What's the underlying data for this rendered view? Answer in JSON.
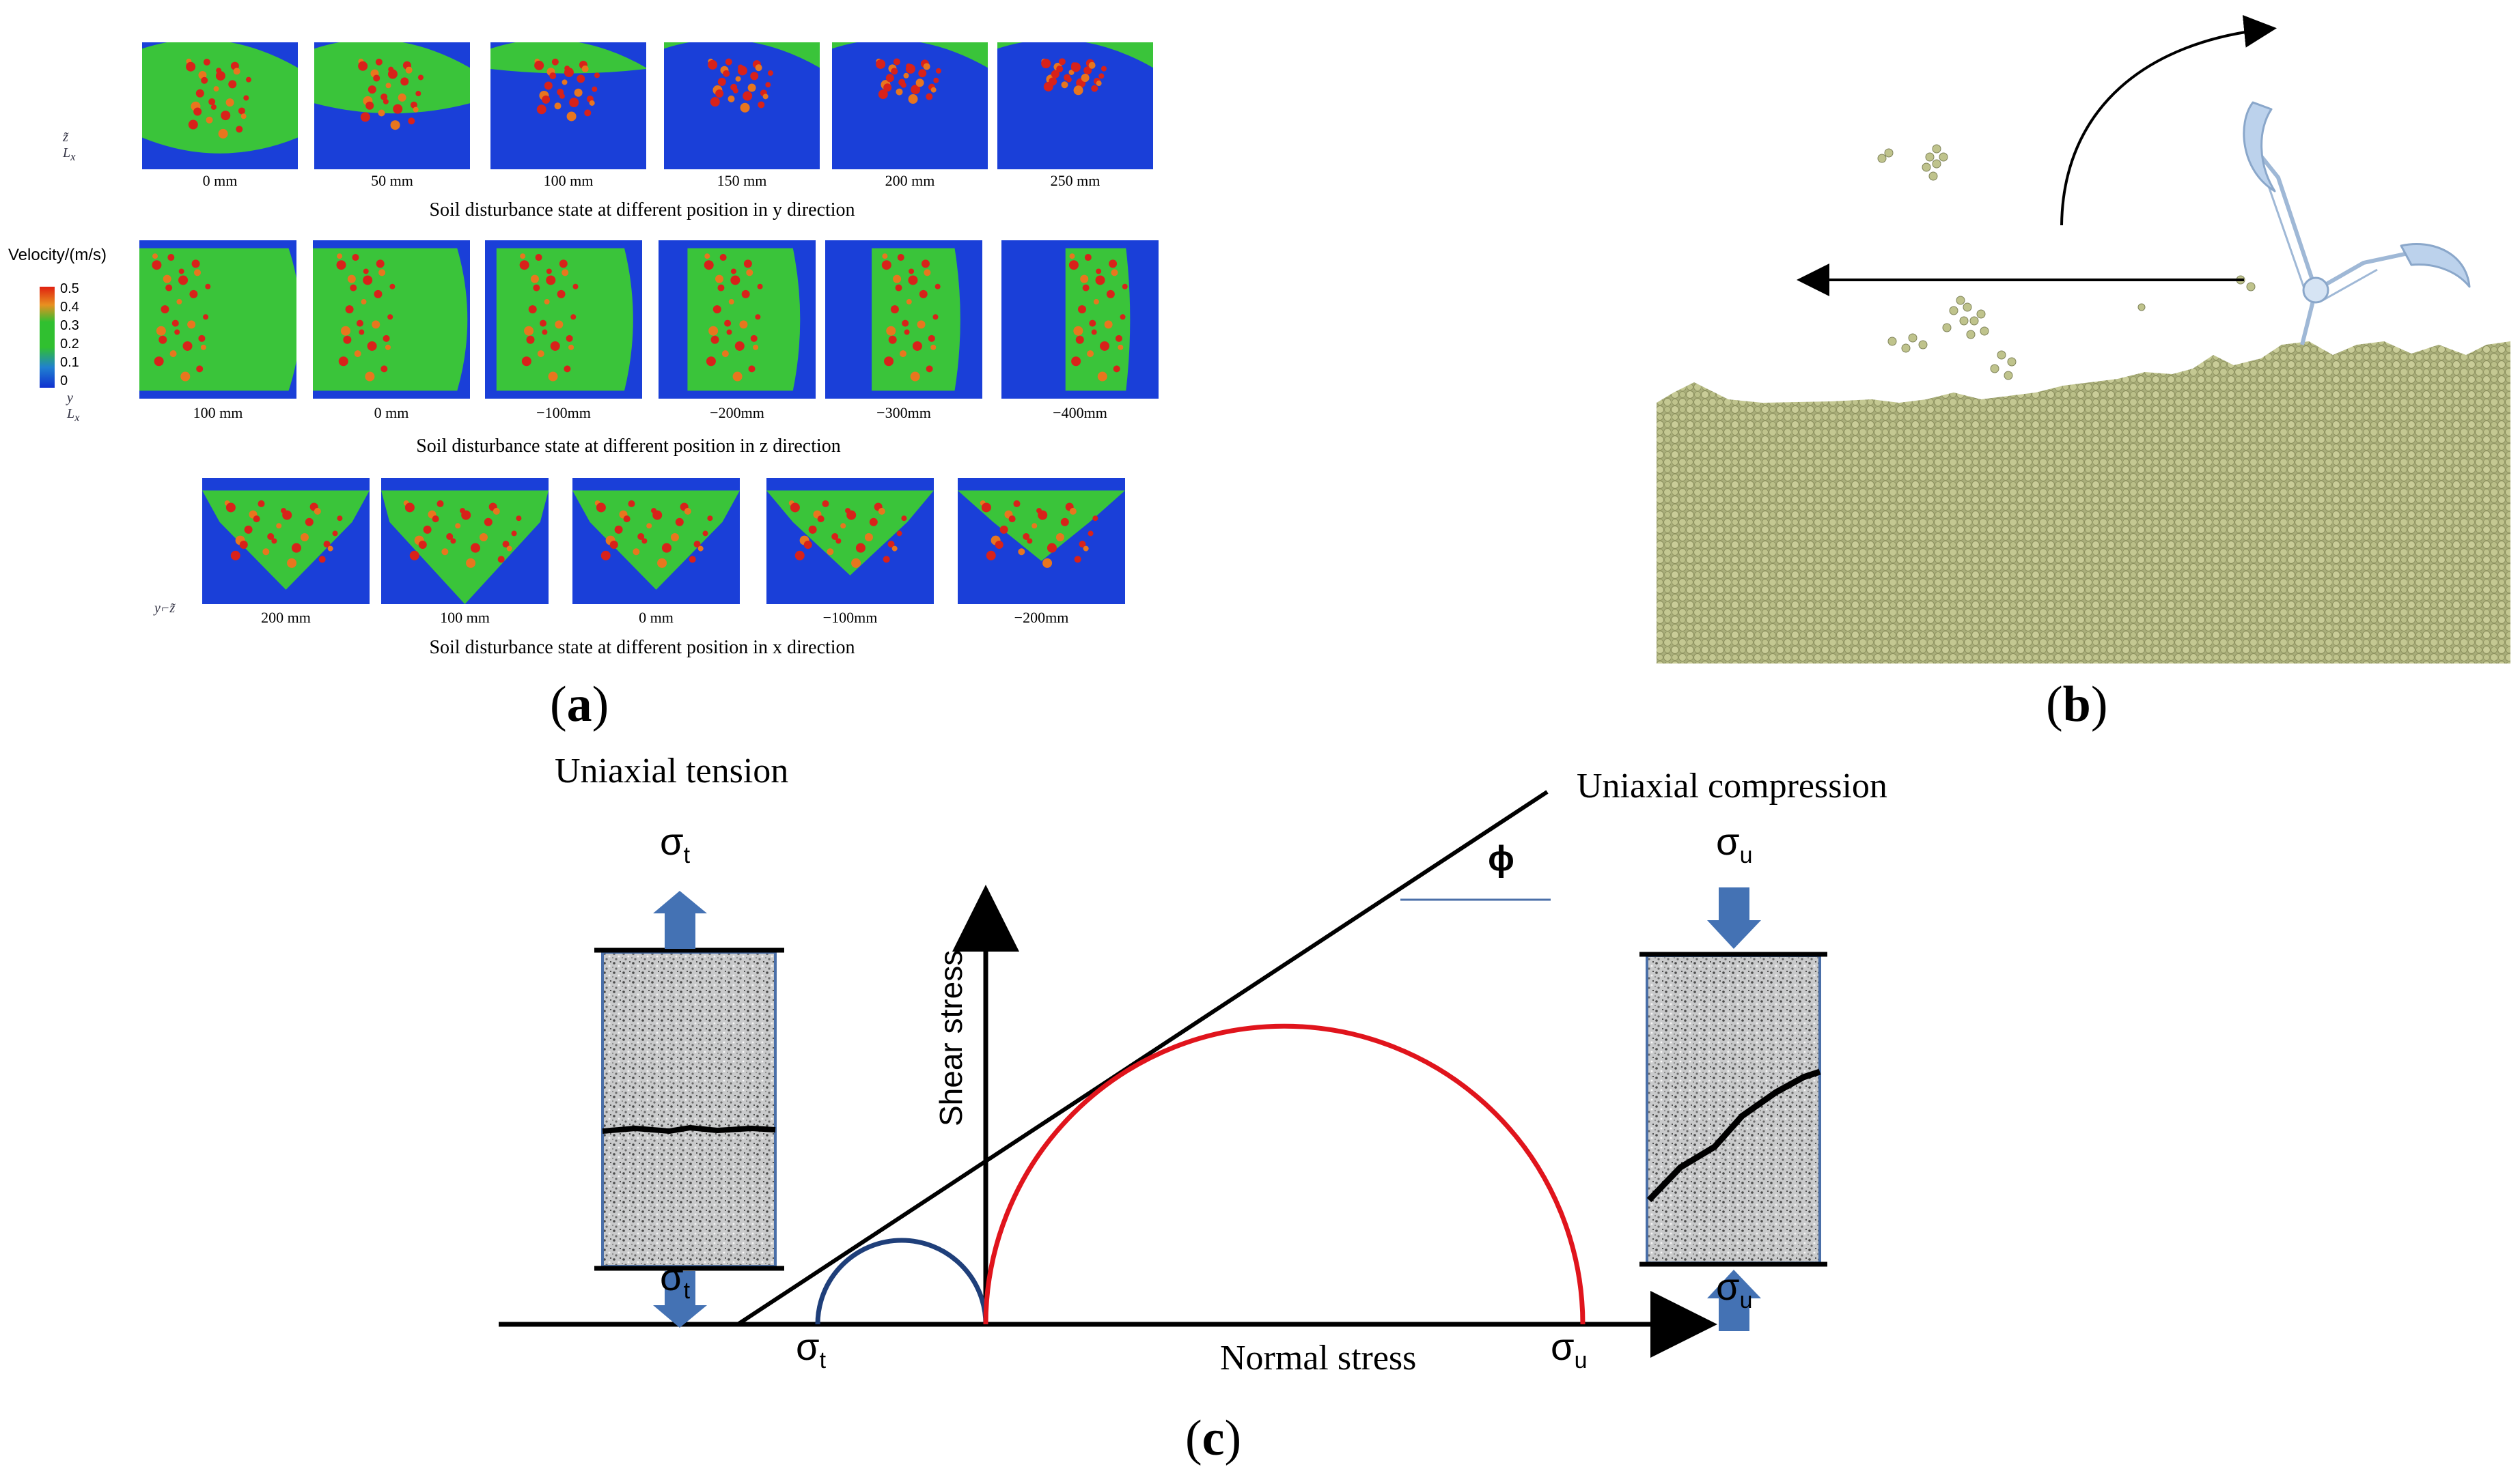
{
  "panel_a": {
    "label": "a",
    "legend": {
      "title": "Velocity/(m/s)",
      "ticks": [
        "0.5",
        "0.4",
        "0.3",
        "0.2",
        "0.1",
        "0"
      ],
      "colors": [
        "#e02010",
        "#30c030",
        "#1030d0"
      ]
    },
    "axis_marks": {
      "row1": "z\nL x",
      "row2": "y\nL x",
      "row3": "y⌐z"
    },
    "row_y": {
      "caption": "Soil disturbance state at different position in y direction",
      "labels": [
        "0 mm",
        "50 mm",
        "100 mm",
        "150 mm",
        "200 mm",
        "250 mm"
      ]
    },
    "row_z": {
      "caption": "Soil disturbance state at different position in z direction",
      "labels": [
        "100 mm",
        "0 mm",
        "−100mm",
        "−200mm",
        "−300mm",
        "−400mm"
      ]
    },
    "row_x": {
      "caption": "Soil disturbance state at different position in x direction",
      "labels": [
        "200 mm",
        "100 mm",
        "0 mm",
        "−100mm",
        "−200mm"
      ]
    }
  },
  "panel_b": {
    "label": "b"
  },
  "panel_c": {
    "label": "c",
    "uniaxial_tension": "Uniaxial tension",
    "uniaxial_compression": "Uniaxial compression",
    "shear_axis": "Shear stress",
    "normal_axis": "Normal stress",
    "phi": "ϕ",
    "sigma_t": {
      "base": "σ",
      "sub": "t"
    },
    "sigma_u": {
      "base": "σ",
      "sub": "u"
    },
    "colors": {
      "tension_circle": "#1f3f7a",
      "compression_circle": "#e0141c",
      "arrows": "#4472b4"
    }
  }
}
